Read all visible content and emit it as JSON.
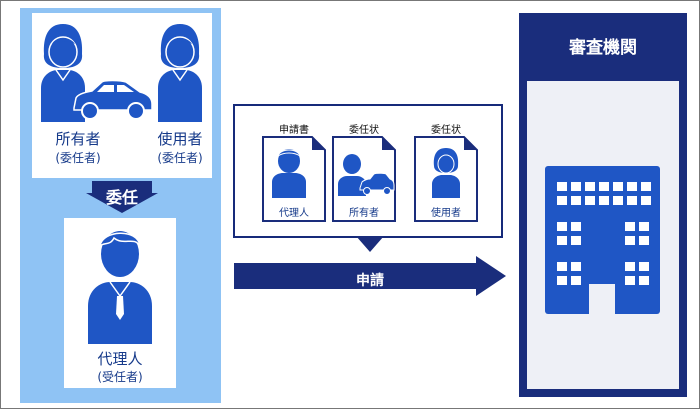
{
  "owner": {
    "label": "所有者",
    "sub": "(委任者)"
  },
  "user": {
    "label": "使用者",
    "sub": "(委任者)"
  },
  "delegation": {
    "label": "委任"
  },
  "agent": {
    "label": "代理人",
    "sub": "(受任者)"
  },
  "documents": [
    {
      "title": "申請書",
      "label": "代理人"
    },
    {
      "title": "委任状",
      "label": "所有者"
    },
    {
      "title": "委任状",
      "label": "使用者"
    }
  ],
  "application": {
    "label": "申請"
  },
  "agency": {
    "label": "審査機関"
  },
  "colors": {
    "navy": "#1a2d7c",
    "blue": "#1f56c5",
    "light_blue": "#8fc3f4",
    "panel": "#eef0f6"
  }
}
